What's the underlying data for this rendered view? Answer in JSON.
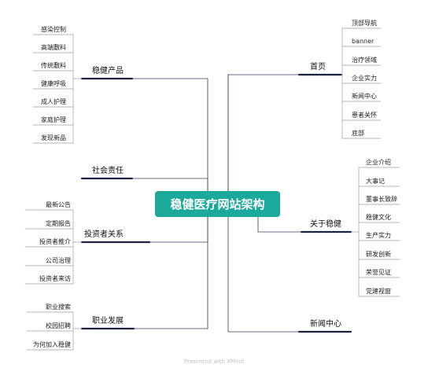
{
  "central": "稳健医疗网站架构",
  "branches": {
    "products": {
      "label": "稳健产品",
      "children": [
        "感染控制",
        "高端敷料",
        "传统敷料",
        "健康呼吸",
        "成人护理",
        "家庭护理",
        "发现新品"
      ]
    },
    "social": {
      "label": "社会责任",
      "children": []
    },
    "investor": {
      "label": "投资者关系",
      "children": [
        "最新公告",
        "定期报告",
        "投资者推介",
        "公司治理",
        "投资者来访"
      ]
    },
    "career": {
      "label": "职业发展",
      "children": [
        "职业搜索",
        "校园招聘",
        "为何加入稳健"
      ]
    },
    "home": {
      "label": "首页",
      "children": [
        "顶部导航",
        "banner",
        "治疗领域",
        "企业实力",
        "新闻中心",
        "患者关怀",
        "底部"
      ]
    },
    "about": {
      "label": "关于稳健",
      "children": [
        "企业介绍",
        "大事记",
        "董事长致辞",
        "稳健文化",
        "生产实力",
        "研发创新",
        "荣誉见证",
        "党建视窗"
      ]
    },
    "news": {
      "label": "新闻中心",
      "children": []
    }
  },
  "footer": "Presented with XMind",
  "colors": {
    "central_fill": "#1aa99b",
    "branch_underline": "#1c2240",
    "connector": "#3a4060",
    "leaf_line": "#9aa0b0"
  }
}
